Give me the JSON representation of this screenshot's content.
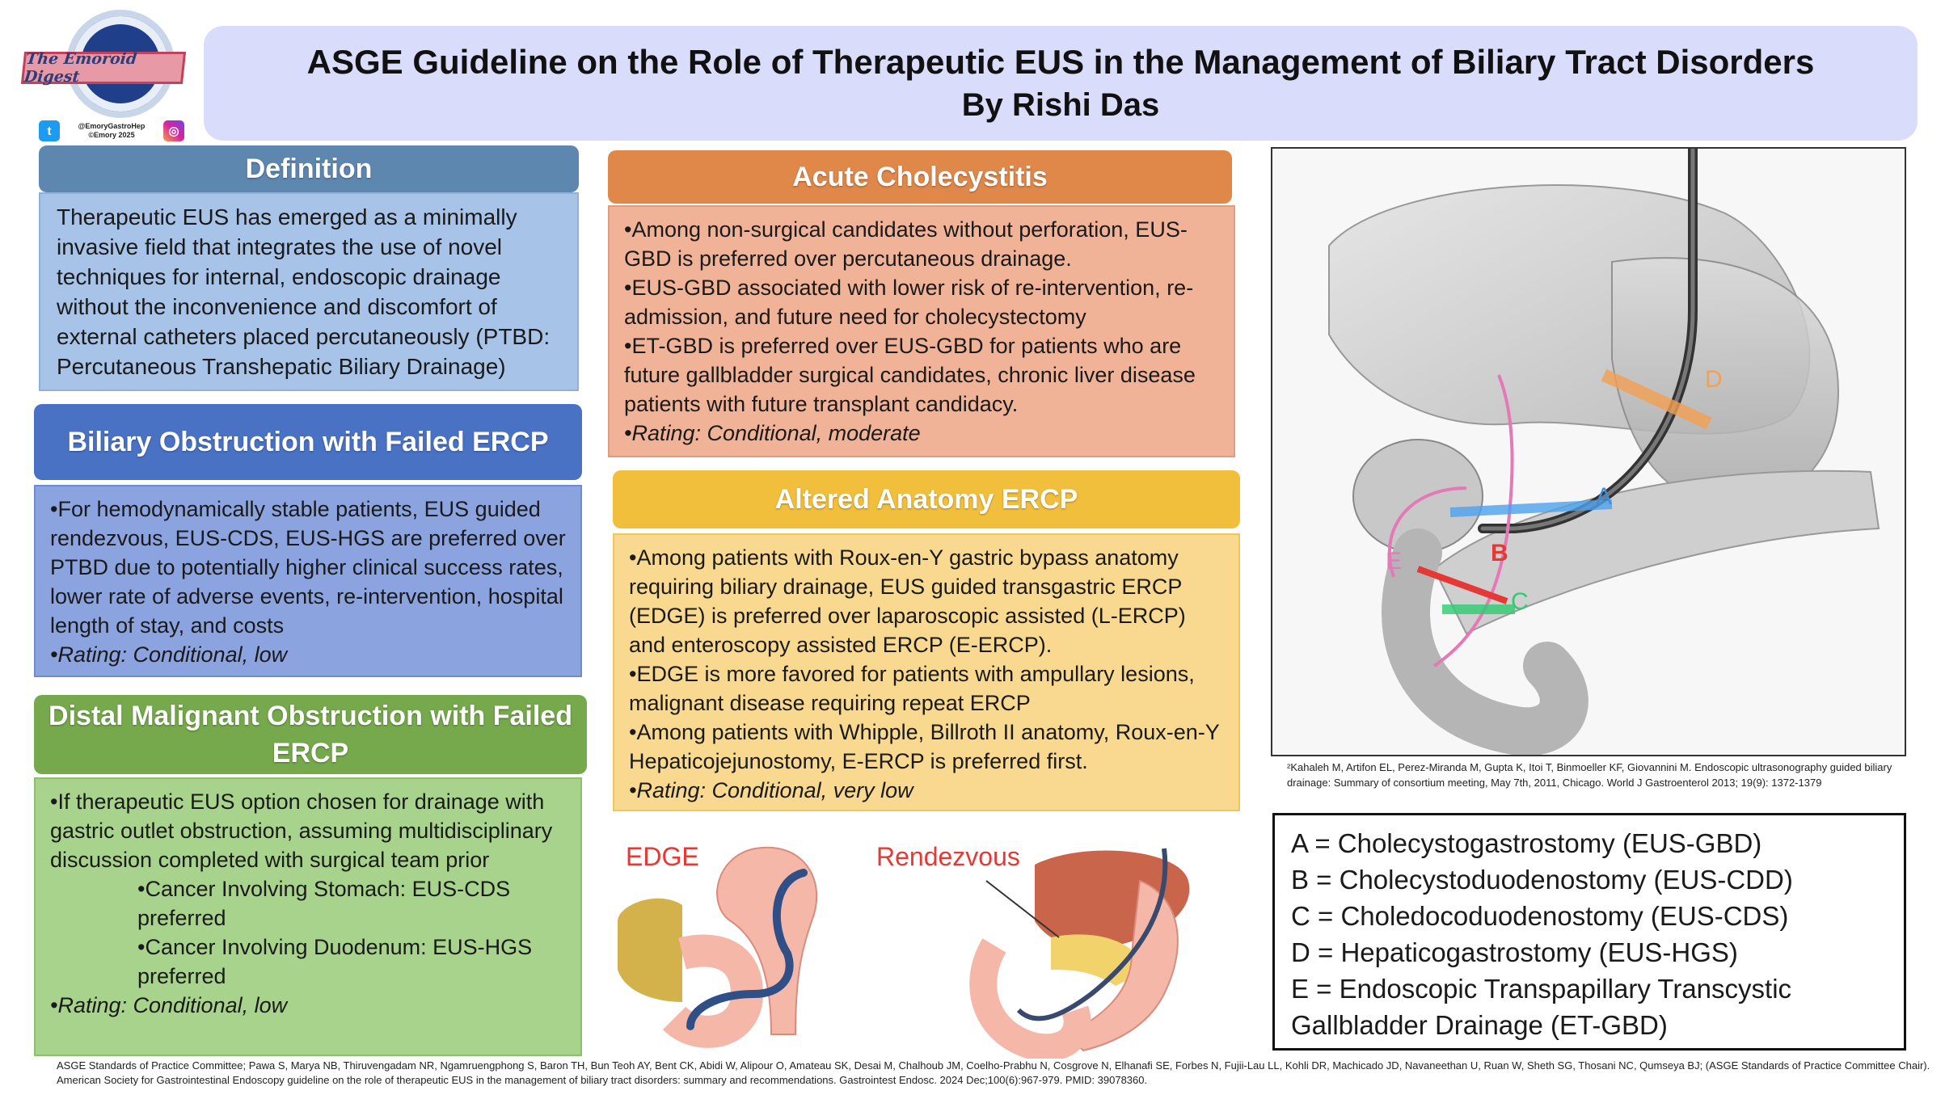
{
  "logo": {
    "name": "The Emoroid Digest",
    "handle": "@EmoryGastroHep",
    "copyright": "©Emory 2025"
  },
  "title": "ASGE Guideline on the Role of Therapeutic EUS in the Management of Biliary Tract Disorders",
  "author": "By Rishi Das",
  "definition": {
    "heading": "Definition",
    "text": "Therapeutic EUS has emerged as a minimally invasive field that integrates the use of novel techniques for internal, endoscopic drainage without the inconvenience and discomfort of external catheters placed percutaneously (PTBD: Percutaneous Transhepatic Biliary Drainage)"
  },
  "biliary": {
    "heading": "Biliary Obstruction with Failed ERCP",
    "bullet1": "•For hemodynamically stable patients, EUS guided rendezvous, EUS-CDS, EUS-HGS are preferred over PTBD due to potentially higher clinical success rates, lower rate of adverse events, re-intervention, hospital length of stay, and costs",
    "rating": "•Rating: Conditional, low"
  },
  "distal": {
    "heading": "Distal Malignant Obstruction with Failed ERCP",
    "bullet1": "•If therapeutic EUS option chosen for drainage with gastric outlet obstruction, assuming multidisciplinary discussion completed with surgical team prior",
    "sub1": "•Cancer Involving Stomach: EUS-CDS preferred",
    "sub2": "•Cancer Involving Duodenum: EUS-HGS preferred",
    "rating": "•Rating: Conditional, low"
  },
  "acute": {
    "heading": "Acute Cholecystitis",
    "bullet1": "•Among non-surgical candidates without perforation, EUS-GBD is preferred over percutaneous drainage.",
    "bullet2": "•EUS-GBD associated with lower risk of re-intervention, re-admission, and future need for cholecystectomy",
    "bullet3": "•ET-GBD is preferred over EUS-GBD for patients who are future gallbladder surgical candidates, chronic liver disease patients with future transplant candidacy.",
    "rating": "•Rating: Conditional, moderate"
  },
  "altered": {
    "heading": "Altered Anatomy ERCP",
    "bullet1": "•Among patients with Roux-en-Y gastric bypass anatomy requiring biliary drainage, EUS guided transgastric ERCP (EDGE) is preferred over laparoscopic assisted (L-ERCP) and enteroscopy assisted ERCP (E-ERCP).",
    "bullet2": "•EDGE is more favored for patients with ampullary lesions, malignant disease requiring repeat ERCP",
    "bullet3": "•Among patients with Whipple,  Billroth II anatomy, Roux-en-Y Hepaticojejunostomy, E-ERCP is preferred first.",
    "rating": "•Rating: Conditional, very low"
  },
  "figure": {
    "label_a": "A",
    "label_b": "B",
    "label_c": "C",
    "label_d": "D",
    "label_e": "E",
    "citation": "²Kahaleh M, Artifon EL, Perez-Miranda M, Gupta K, Itoi T, Binmoeller KF, Giovannini M. Endoscopic ultrasonography guided biliary drainage: Summary of consortium meeting, May 7th, 2011, Chicago. World J Gastroenterol 2013; 19(9): 1372-1379"
  },
  "legend": {
    "a": "A = Cholecystogastrostomy (EUS-GBD)",
    "b": "B = Cholecystoduodenostomy (EUS-CDD)",
    "c": "C = Choledocoduodenostomy (EUS-CDS)",
    "d": "D = Hepaticogastrostomy (EUS-HGS)",
    "e": "E = Endoscopic Transpapillary Transcystic Gallbladder Drainage (ET-GBD)"
  },
  "edge_label": "EDGE",
  "rendezvous_label": "Rendezvous",
  "footer": "ASGE Standards of Practice Committee; Pawa S, Marya NB, Thiruvengadam NR, Ngamruengphong S, Baron TH, Bun Teoh AY, Bent CK, Abidi W, Alipour O, Amateau SK, Desai M, Chalhoub JM, Coelho-Prabhu N, Cosgrove N, Elhanafi SE, Forbes N, Fujii-Lau LL, Kohli DR, Machicado JD, Navaneethan U, Ruan W, Sheth SG, Thosani NC, Qumseya BJ; (ASGE Standards of Practice Committee Chair). American Society for Gastrointestinal Endoscopy guideline on the role of therapeutic EUS in the management of biliary tract disorders: summary and recommendations. Gastrointest Endosc. 2024 Dec;100(6):967-979. PMID: 39078360.",
  "colors": {
    "title_bg": "#d9dcfb",
    "definition": "#5e87b0",
    "biliary": "#4a72c4",
    "distal": "#76a84c",
    "acute": "#e0884a",
    "altered": "#f2bf3c"
  }
}
